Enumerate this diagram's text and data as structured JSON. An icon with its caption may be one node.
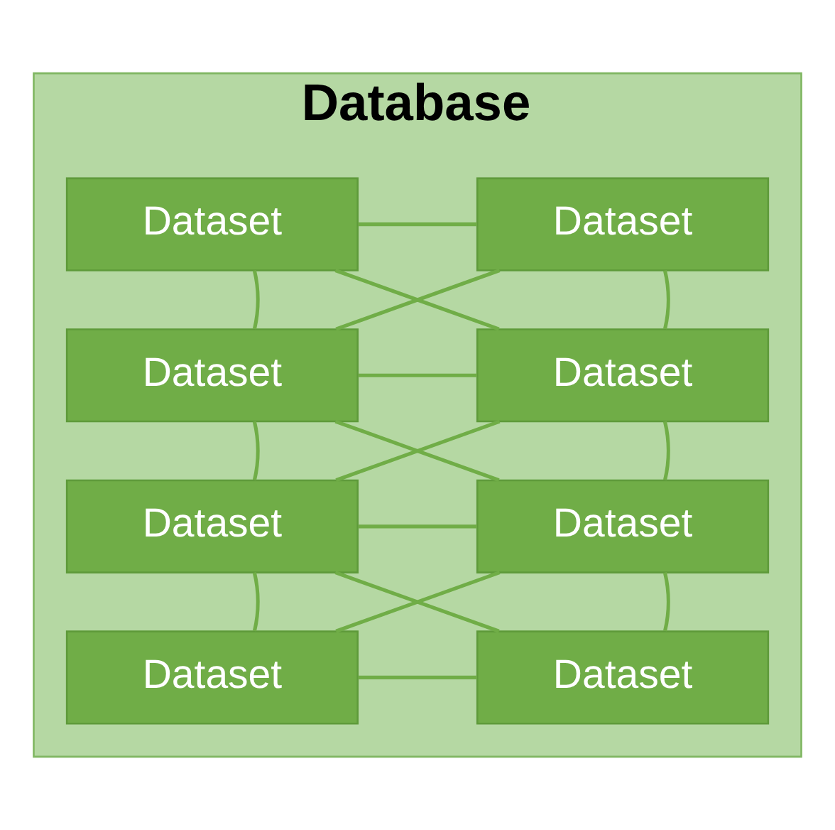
{
  "diagram": {
    "nodes": [
      {
        "text": [
          "Database"
        ]
      },
      {
        "text": [
          "Dataset"
        ],
        "in": 0
      },
      {
        "text": [
          "Dataset"
        ],
        "in": 0
      },
      {
        "text": [
          "Dataset"
        ],
        "in": 0
      },
      {
        "text": [
          "Dataset"
        ],
        "in": 0
      },
      {
        "text": [
          "Dataset"
        ],
        "in": 0
      },
      {
        "text": [
          "Dataset"
        ],
        "in": 0
      },
      {
        "text": [
          "Dataset"
        ],
        "in": 0
      },
      {
        "text": [
          "Dataset"
        ],
        "in": 0
      }
    ],
    "edges": [
      {
        "from": 1,
        "to": 2,
        "arrow": "none"
      },
      {
        "from": 1,
        "to": 3,
        "arrow": "none"
      },
      {
        "from": 2,
        "to": 4,
        "arrow": "none"
      },
      {
        "from": 1,
        "to": 4,
        "arrow": "none"
      },
      {
        "from": 2,
        "to": 3,
        "arrow": "none"
      },
      {
        "from": 3,
        "to": 4,
        "arrow": "none"
      },
      {
        "from": 3,
        "to": 5,
        "arrow": "none"
      },
      {
        "from": 4,
        "to": 6,
        "arrow": "none"
      },
      {
        "from": 3,
        "to": 6,
        "arrow": "none"
      },
      {
        "from": 4,
        "to": 5,
        "arrow": "none"
      },
      {
        "from": 5,
        "to": 6,
        "arrow": "none"
      },
      {
        "from": 5,
        "to": 7,
        "arrow": "none"
      },
      {
        "from": 6,
        "to": 8,
        "arrow": "none"
      },
      {
        "from": 5,
        "to": 8,
        "arrow": "none"
      },
      {
        "from": 6,
        "to": 7,
        "arrow": "none"
      },
      {
        "from": 7,
        "to": 8,
        "arrow": "none"
      }
    ]
  }
}
